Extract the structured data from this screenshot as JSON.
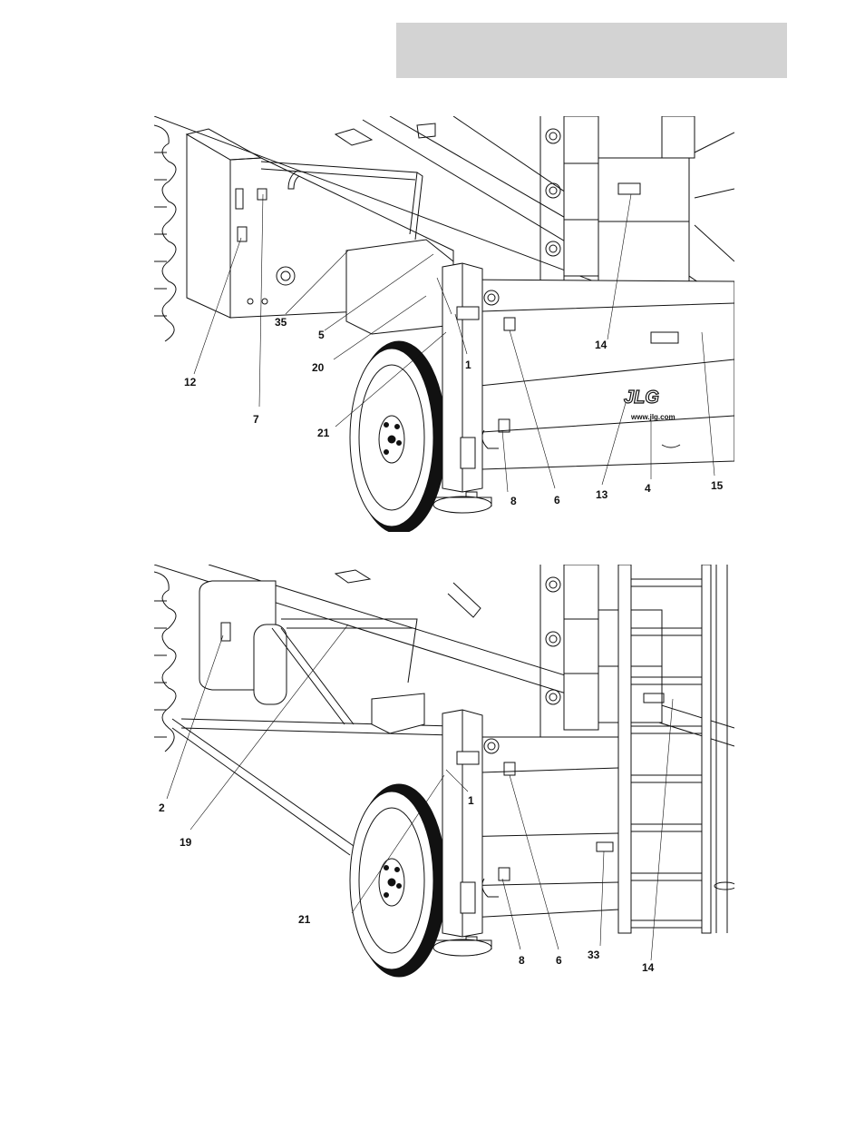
{
  "header": {
    "bar_color": "#d3d3d3"
  },
  "brand": {
    "logo": "JLG",
    "url": "www.jlg.com"
  },
  "figures": [
    {
      "callouts": [
        "35",
        "5",
        "20",
        "1",
        "12",
        "7",
        "21",
        "14",
        "6",
        "8",
        "13",
        "4",
        "15"
      ]
    },
    {
      "callouts": [
        "1",
        "2",
        "19",
        "21",
        "8",
        "6",
        "33",
        "14"
      ]
    }
  ]
}
